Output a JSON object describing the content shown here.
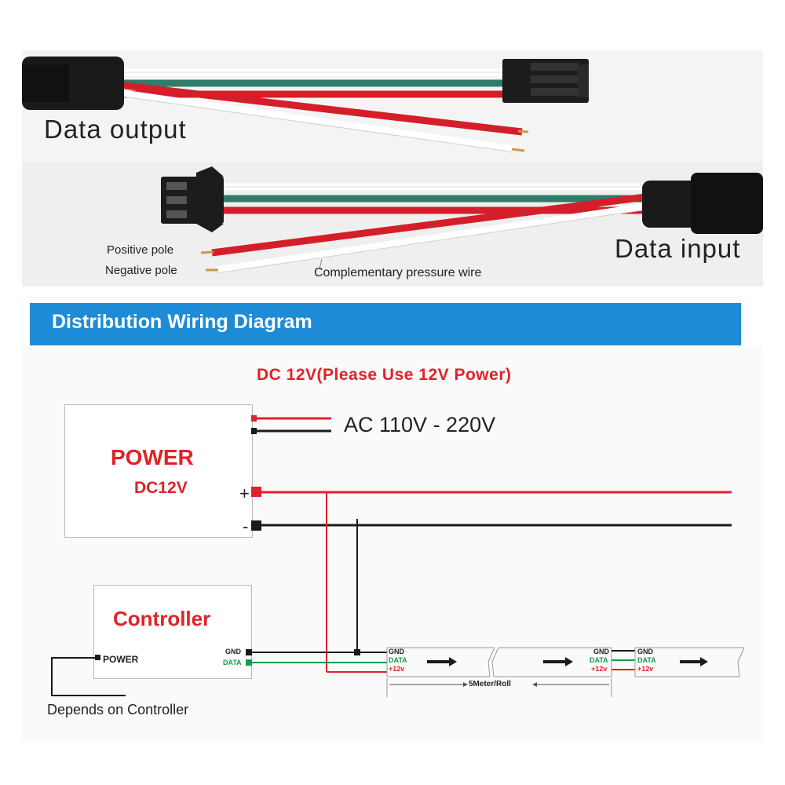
{
  "photo": {
    "output_label": "Data output",
    "input_label": "Data input",
    "positive_label": "Positive pole",
    "negative_label": "Negative pole",
    "complementary_label": "Complementary pressure wire"
  },
  "banner": {
    "title": "Distribution Wiring Diagram"
  },
  "diagram": {
    "heading": "DC 12V(Please Use 12V Power)",
    "power_title": "POWER",
    "power_sub": "DC12V",
    "plus": "+",
    "minus": "-",
    "ac_label": "AC 110V - 220V",
    "controller_title": "Controller",
    "ctrl_power": "POWER",
    "ctrl_gnd": "GND",
    "ctrl_data": "DATA",
    "depends": "Depends on Controller",
    "strip1": {
      "gnd": "GND",
      "data": "DATA",
      "v12": "+12v"
    },
    "strip2": {
      "gnd": "GND",
      "data": "DATA",
      "v12": "+12v"
    },
    "strip3": {
      "gnd": "GND",
      "data": "DATA",
      "v12": "+12v"
    },
    "roll_label": "5Meter/Roll"
  },
  "colors": {
    "red": "#e12128",
    "green": "#1a9a4a",
    "black": "#1a1a1a",
    "blue": "#1e8bd6",
    "teal": "#2e7d6a"
  }
}
